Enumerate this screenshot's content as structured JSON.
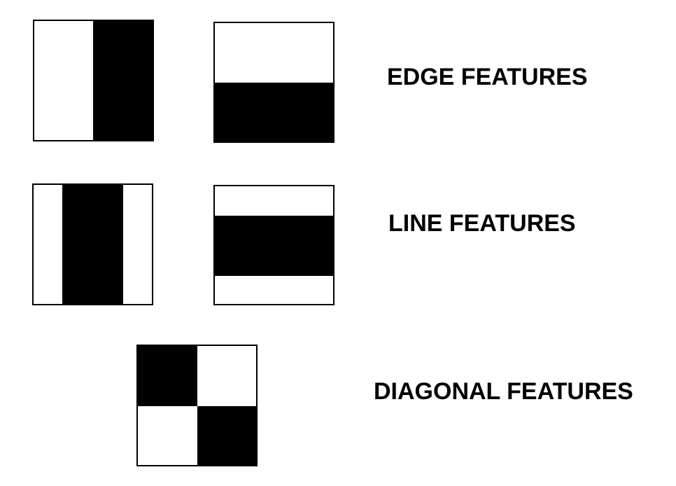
{
  "labels": {
    "edge": "EDGE FEATURES",
    "line": "LINE FEATURES",
    "diagonal": "DIAGONAL FEATURES"
  },
  "colors": {
    "dark": "#000000",
    "light": "#ffffff"
  }
}
